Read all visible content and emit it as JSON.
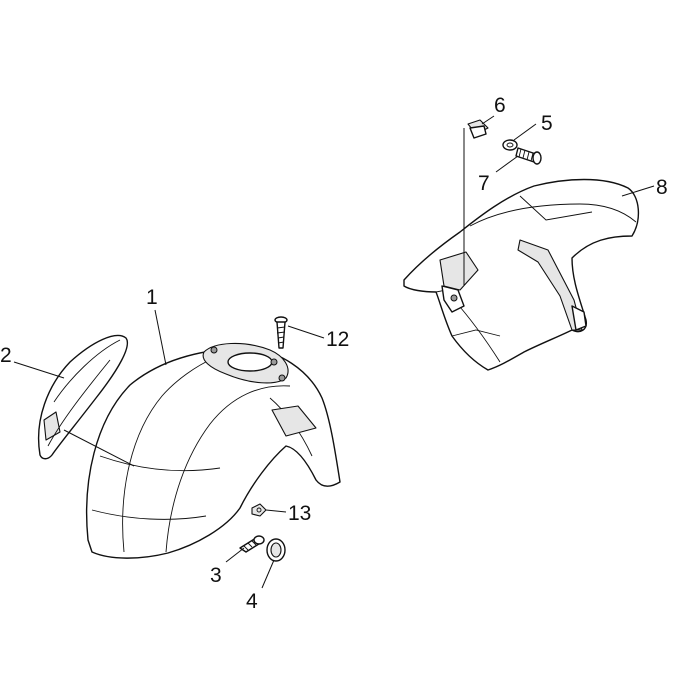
{
  "callouts": [
    {
      "id": "1",
      "text": "1"
    },
    {
      "id": "2",
      "text": "2"
    },
    {
      "id": "3",
      "text": "3"
    },
    {
      "id": "4",
      "text": "4"
    },
    {
      "id": "5",
      "text": "5"
    },
    {
      "id": "6",
      "text": "6"
    },
    {
      "id": "7",
      "text": "7"
    },
    {
      "id": "8",
      "text": "8"
    },
    {
      "id": "12",
      "text": "12"
    },
    {
      "id": "13",
      "text": "13"
    }
  ]
}
